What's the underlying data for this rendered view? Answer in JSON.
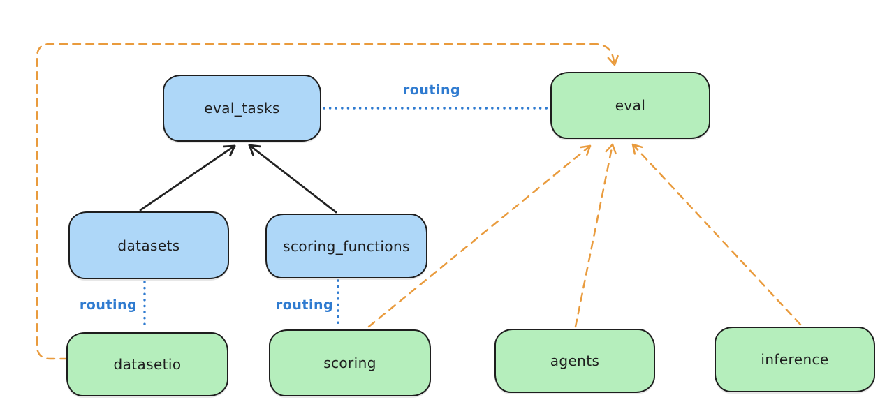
{
  "diagram": {
    "nodes": [
      {
        "id": "eval_tasks",
        "label": "eval_tasks",
        "fill": "#aed7f8"
      },
      {
        "id": "eval",
        "label": "eval",
        "fill": "#b5eebc"
      },
      {
        "id": "datasets",
        "label": "datasets",
        "fill": "#aed7f8"
      },
      {
        "id": "scoring_functions",
        "label": "scoring_functions",
        "fill": "#aed7f8"
      },
      {
        "id": "datasetio",
        "label": "datasetio",
        "fill": "#b5eebc"
      },
      {
        "id": "scoring",
        "label": "scoring",
        "fill": "#b5eebc"
      },
      {
        "id": "agents",
        "label": "agents",
        "fill": "#b5eebc"
      },
      {
        "id": "inference",
        "label": "inference",
        "fill": "#b5eebc"
      }
    ],
    "edge_labels": [
      {
        "id": "routing-eval-tasks-to-eval",
        "label": "routing"
      },
      {
        "id": "routing-datasets-to-datasetio",
        "label": "routing"
      },
      {
        "id": "routing-scoring-functions-to-scoring",
        "label": "routing"
      }
    ],
    "edges": [
      {
        "from": "datasets",
        "to": "eval_tasks",
        "style": "solid",
        "color": "black",
        "arrow": true
      },
      {
        "from": "scoring_functions",
        "to": "eval_tasks",
        "style": "solid",
        "color": "black",
        "arrow": true
      },
      {
        "from": "eval_tasks",
        "to": "eval",
        "style": "dotted",
        "color": "blue",
        "arrow": false,
        "label": "routing"
      },
      {
        "from": "datasets",
        "to": "datasetio",
        "style": "dotted",
        "color": "blue",
        "arrow": false,
        "label": "routing"
      },
      {
        "from": "scoring_functions",
        "to": "scoring",
        "style": "dotted",
        "color": "blue",
        "arrow": false,
        "label": "routing"
      },
      {
        "from": "datasetio",
        "to": "eval",
        "style": "dashed",
        "color": "orange",
        "arrow": true
      },
      {
        "from": "scoring",
        "to": "eval",
        "style": "dashed",
        "color": "orange",
        "arrow": true
      },
      {
        "from": "agents",
        "to": "eval",
        "style": "dashed",
        "color": "orange",
        "arrow": true
      },
      {
        "from": "inference",
        "to": "eval",
        "style": "dashed",
        "color": "orange",
        "arrow": true
      }
    ],
    "colors": {
      "background": "#ffffff",
      "node_border": "#1e1e1e",
      "blue_fill": "#aed7f8",
      "green_fill": "#b5eebc",
      "routing_blue": "#2f7bd0",
      "orange": "#e99b3d",
      "black_arrow": "#222222"
    }
  }
}
